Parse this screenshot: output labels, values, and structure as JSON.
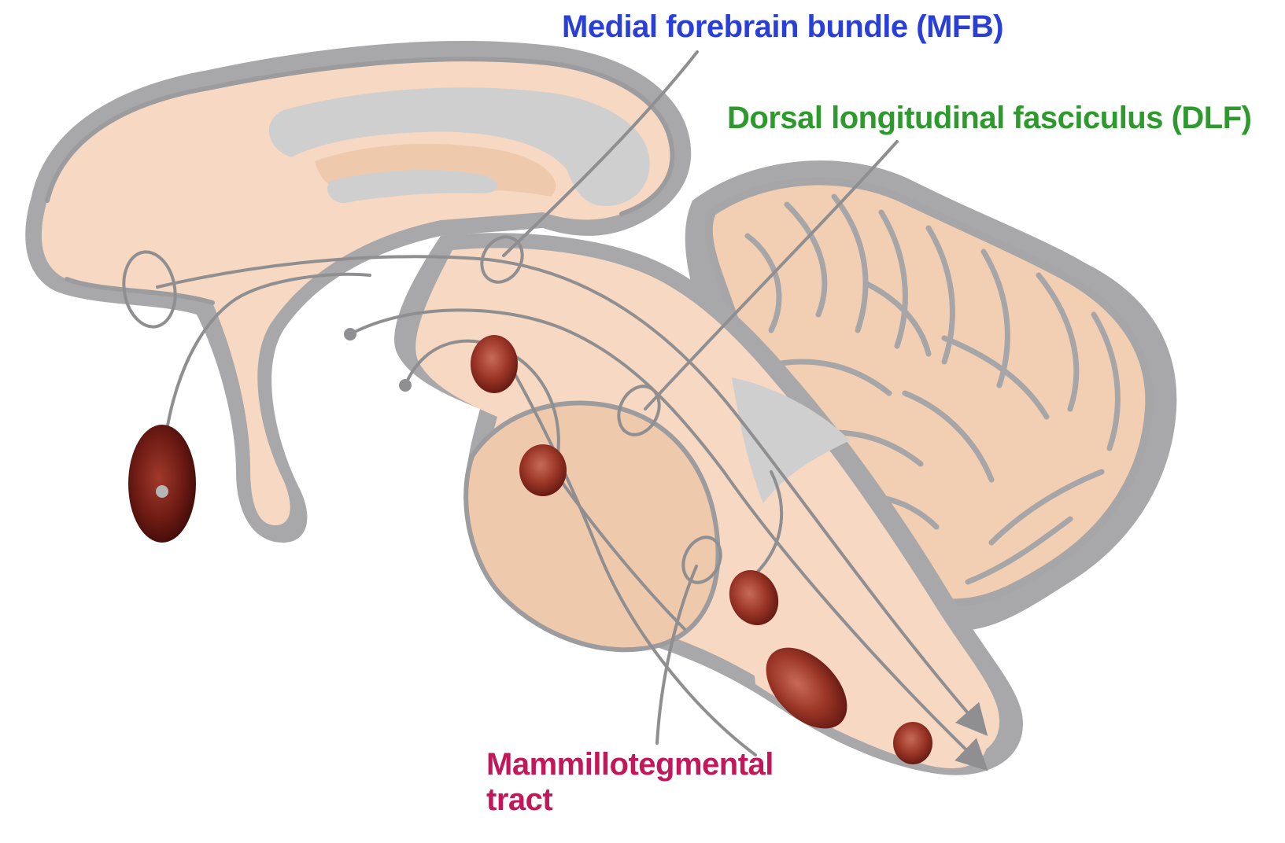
{
  "labels": {
    "mfb": "Medial forebrain bundle (MFB)",
    "dlf": "Dorsal longitudinal fasciculus (DLF)",
    "mtt_line1": "Mammillotegmental",
    "mtt_line2": "tract"
  },
  "colors": {
    "mfb": "#2a3fd6",
    "dlf": "#2e9a2e",
    "mtt": "#c2185b",
    "tissue": "#f6d8c3",
    "outline": "#9c9c9e",
    "nucleus": "#7a1f14"
  }
}
